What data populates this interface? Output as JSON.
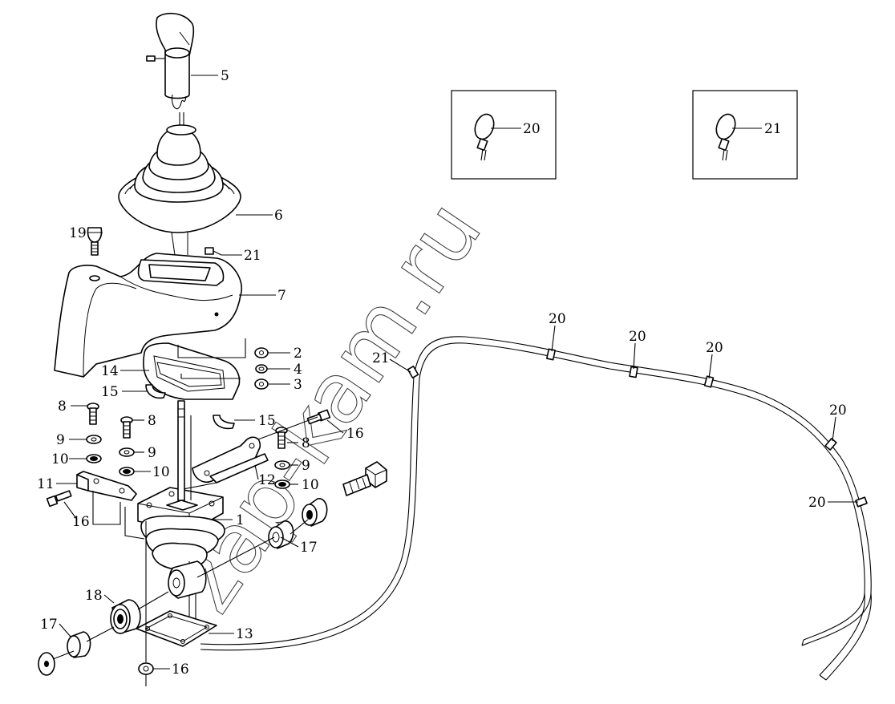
{
  "watermark": "zap-kam.ru",
  "corner_mark": "",
  "callouts": [
    {
      "id": "c5",
      "label": "5"
    },
    {
      "id": "c6",
      "label": "6"
    },
    {
      "id": "c19",
      "label": "19"
    },
    {
      "id": "c21a",
      "label": "21"
    },
    {
      "id": "c7",
      "label": "7"
    },
    {
      "id": "c2",
      "label": "2"
    },
    {
      "id": "c4",
      "label": "4"
    },
    {
      "id": "c3",
      "label": "3"
    },
    {
      "id": "c14",
      "label": "14"
    },
    {
      "id": "c15a",
      "label": "15"
    },
    {
      "id": "c15b",
      "label": "15"
    },
    {
      "id": "c8a",
      "label": "8"
    },
    {
      "id": "c8b",
      "label": "8"
    },
    {
      "id": "c8c",
      "label": "8"
    },
    {
      "id": "c9a",
      "label": "9"
    },
    {
      "id": "c9b",
      "label": "9"
    },
    {
      "id": "c9c",
      "label": "9"
    },
    {
      "id": "c10a",
      "label": "10"
    },
    {
      "id": "c10b",
      "label": "10"
    },
    {
      "id": "c10c",
      "label": "10"
    },
    {
      "id": "c11",
      "label": "11"
    },
    {
      "id": "c12",
      "label": "12"
    },
    {
      "id": "c16a",
      "label": "16"
    },
    {
      "id": "c16b",
      "label": "16"
    },
    {
      "id": "c16c",
      "label": "16"
    },
    {
      "id": "c1",
      "label": "1"
    },
    {
      "id": "c17a",
      "label": "17"
    },
    {
      "id": "c17b",
      "label": "17"
    },
    {
      "id": "c18",
      "label": "18"
    },
    {
      "id": "c13",
      "label": "13"
    },
    {
      "id": "c20box",
      "label": "20"
    },
    {
      "id": "c21box",
      "label": "21"
    },
    {
      "id": "c21c",
      "label": "21"
    },
    {
      "id": "c20a",
      "label": "20"
    },
    {
      "id": "c20b",
      "label": "20"
    },
    {
      "id": "c20c",
      "label": "20"
    },
    {
      "id": "c20d",
      "label": "20"
    },
    {
      "id": "c20e",
      "label": "20"
    }
  ]
}
